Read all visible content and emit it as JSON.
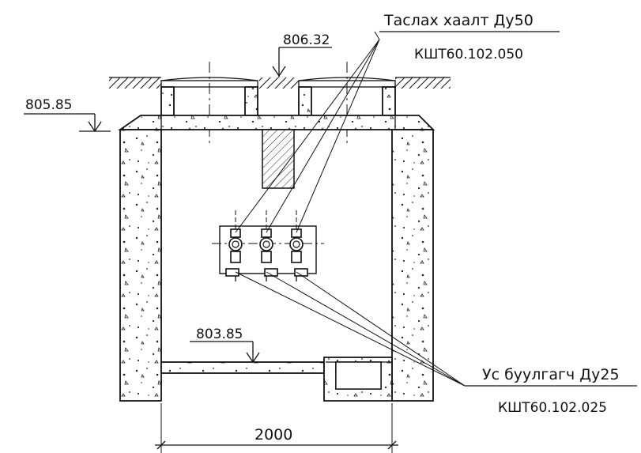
{
  "labels": {
    "upper_title": "Таслах хаалт Ду50",
    "upper_code": "КШТ60.102.050",
    "lower_title": "Ус буулгагч Ду25",
    "lower_code": "КШТ60.102.025",
    "elev_top": "806.32",
    "elev_left": "805.85",
    "elev_bottom": "803.85",
    "width_dim": "2000"
  }
}
